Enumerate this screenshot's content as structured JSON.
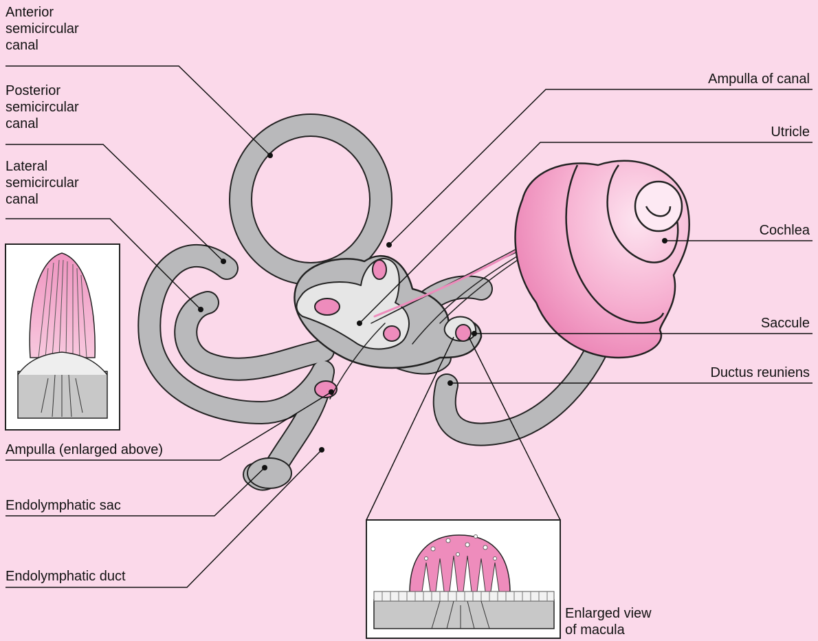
{
  "labels": {
    "anterior": "Anterior\nsemicircular\ncanal",
    "posterior": "Posterior\nsemicircular\ncanal",
    "lateral": "Lateral\nsemicircular\ncanal",
    "ampulla_enlarged": "Ampulla (enlarged above)",
    "endolymphatic_sac": "Endolymphatic sac",
    "endolymphatic_duct": "Endolymphatic duct",
    "ampulla_of_canal": "Ampulla of canal",
    "utricle": "Utricle",
    "cochlea": "Cochlea",
    "saccule": "Saccule",
    "ductus_reuniens": "Ductus reuniens",
    "macula_view": "Enlarged view\nof macula"
  },
  "colors": {
    "background": "#fbd9ea",
    "bony_gray": "#b9b9bb",
    "membranous_light": "#e4e4e4",
    "sensory_pink": "#ee8cbc",
    "cochlea_pink": "#f4a8cc",
    "outline": "#222222"
  }
}
